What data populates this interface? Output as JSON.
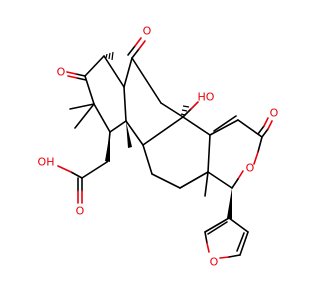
{
  "colors": {
    "background": "#ffffff",
    "carbon_bond": "#000000",
    "oxygen": "#e8000b"
  },
  "atoms": {
    "ketone_bridge_o": "O",
    "ketone_ring_o": "O",
    "hydroxyl": "HO",
    "lactone_carbonyl_o": "O",
    "lactone_ring_o": "O",
    "furan_o": "O",
    "acid_carbonyl_o": "O",
    "acid_hydroxyl": "OH"
  }
}
